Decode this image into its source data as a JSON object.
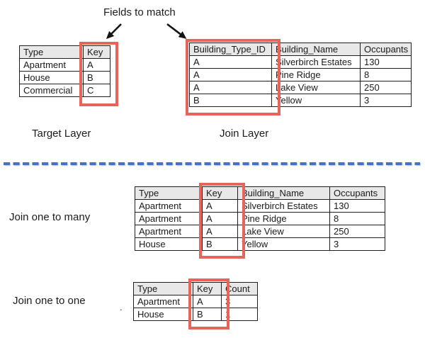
{
  "annotation": {
    "fields_to_match": "Fields to match",
    "stray_dot": "."
  },
  "colors": {
    "accent_red": "#e6645a",
    "divider_blue": "#4472c4",
    "header_gray": "#e8e8e8",
    "border_black": "#1f1f1f"
  },
  "target_table": {
    "label": "Target Layer",
    "headers": [
      "Type",
      "Key"
    ],
    "rows": [
      [
        "Apartment",
        "A"
      ],
      [
        "House",
        "B"
      ],
      [
        "Commercial",
        "C"
      ]
    ]
  },
  "join_table": {
    "label": "Join Layer",
    "headers": [
      "Building_Type_ID",
      "Building_Name",
      "Occupants"
    ],
    "rows": [
      [
        "A",
        "Silverbirch Estates",
        "130"
      ],
      [
        "A",
        "Pine Ridge",
        "8"
      ],
      [
        "A",
        "Lake View",
        "250"
      ],
      [
        "B",
        "Yellow",
        "3"
      ]
    ]
  },
  "one_to_many_table": {
    "label": "Join one to many",
    "headers": [
      "Type",
      "Key",
      "Building_Name",
      "Occupants"
    ],
    "rows": [
      [
        "Apartment",
        "A",
        "Silverbirch Estates",
        "130"
      ],
      [
        "Apartment",
        "A",
        "Pine Ridge",
        "8"
      ],
      [
        "Apartment",
        "A",
        "Lake View",
        "250"
      ],
      [
        "House",
        "B",
        "Yellow",
        "3"
      ]
    ]
  },
  "one_to_one_table": {
    "label": "Join one to one",
    "headers": [
      "Type",
      "Key",
      "Count"
    ],
    "rows": [
      [
        "Apartment",
        "A",
        "3"
      ],
      [
        "House",
        "B",
        "1"
      ]
    ]
  }
}
